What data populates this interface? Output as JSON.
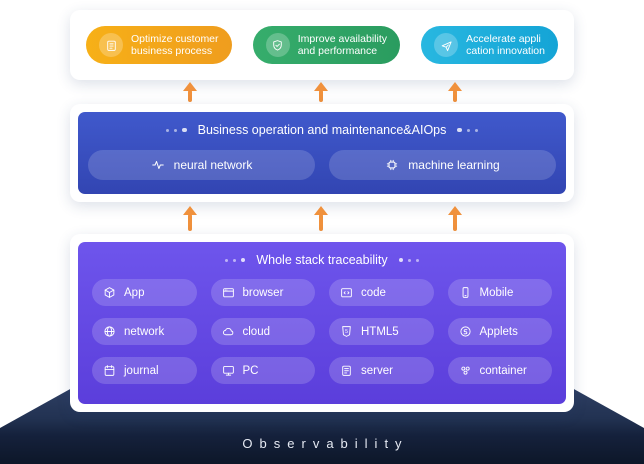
{
  "outcomes": {
    "items": [
      {
        "line1": "Optimize customer",
        "line2": "business process",
        "icon": "process-icon",
        "color": "#F2A71B"
      },
      {
        "line1": "Improve availability",
        "line2": "and performance",
        "icon": "shield-icon",
        "color": "#30A867"
      },
      {
        "line1": "Accelerate appli",
        "line2": "cation innovation",
        "icon": "rocket-icon",
        "color": "#1FB3DE"
      }
    ]
  },
  "aiops": {
    "title": "Business operation and maintenance&AIOps",
    "items": [
      {
        "label": "neural network",
        "icon": "neural-network-icon"
      },
      {
        "label": "machine learning",
        "icon": "machine-learning-icon"
      }
    ]
  },
  "trace": {
    "title": "Whole stack traceability",
    "items": [
      {
        "label": "App",
        "icon": "app-cube-icon"
      },
      {
        "label": "browser",
        "icon": "browser-icon"
      },
      {
        "label": "code",
        "icon": "code-icon"
      },
      {
        "label": "Mobile",
        "icon": "mobile-icon"
      },
      {
        "label": "network",
        "icon": "network-globe-icon"
      },
      {
        "label": "cloud",
        "icon": "cloud-icon"
      },
      {
        "label": "HTML5",
        "icon": "html5-badge-icon"
      },
      {
        "label": "Applets",
        "icon": "applets-icon"
      },
      {
        "label": "journal",
        "icon": "journal-calendar-icon"
      },
      {
        "label": "PC",
        "icon": "pc-monitor-icon"
      },
      {
        "label": "server",
        "icon": "server-icon"
      },
      {
        "label": "container",
        "icon": "container-icon"
      }
    ]
  },
  "platform": {
    "label": "Observability"
  },
  "colors": {
    "arrow_orange": "#F0913C",
    "outcome_yellow": "#F2A71B",
    "outcome_green": "#30A867",
    "outcome_cyan": "#1FB3DE",
    "aiops_panel_blue": "#3A50C4",
    "trace_panel_purple": "#6A4FE6",
    "platform_navy": "#1B2846"
  }
}
